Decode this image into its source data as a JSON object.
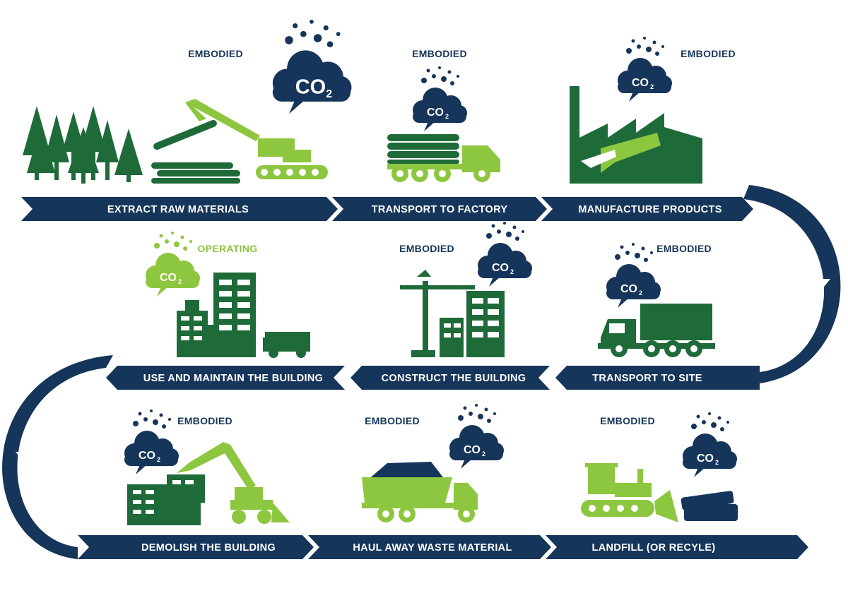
{
  "colors": {
    "navy": "#16355a",
    "dark_green": "#1e6b39",
    "light_green": "#8dc63f",
    "background": "#ffffff"
  },
  "co2": {
    "main": "CO",
    "sub": "2"
  },
  "rows": [
    {
      "direction": "right",
      "steps": [
        {
          "label": "EXTRACT RAW MATERIALS",
          "tag": "EMBODIED",
          "icon": "forest-and-logging-crane-icon"
        },
        {
          "label": "TRANSPORT TO FACTORY",
          "tag": "EMBODIED",
          "icon": "logging-truck-icon"
        },
        {
          "label": "MANUFACTURE PRODUCTS",
          "tag": "EMBODIED",
          "icon": "factory-icon"
        }
      ]
    },
    {
      "direction": "left",
      "steps": [
        {
          "label": "USE AND MAINTAIN THE BUILDING",
          "tag": "OPERATING",
          "icon": "building-with-van-icon"
        },
        {
          "label": "CONSTRUCT THE BUILDING",
          "tag": "EMBODIED",
          "icon": "tower-crane-building-icon"
        },
        {
          "label": "TRANSPORT TO SITE",
          "tag": "EMBODIED",
          "icon": "delivery-truck-icon"
        }
      ]
    },
    {
      "direction": "right",
      "steps": [
        {
          "label": "DEMOLISH THE BUILDING",
          "tag": "EMBODIED",
          "icon": "excavator-demolition-icon"
        },
        {
          "label": "HAUL AWAY WASTE MATERIAL",
          "tag": "EMBODIED",
          "icon": "dump-truck-icon"
        },
        {
          "label": "LANDFILL (OR RECYLE)",
          "tag": "EMBODIED",
          "icon": "bulldozer-icon"
        }
      ]
    }
  ]
}
